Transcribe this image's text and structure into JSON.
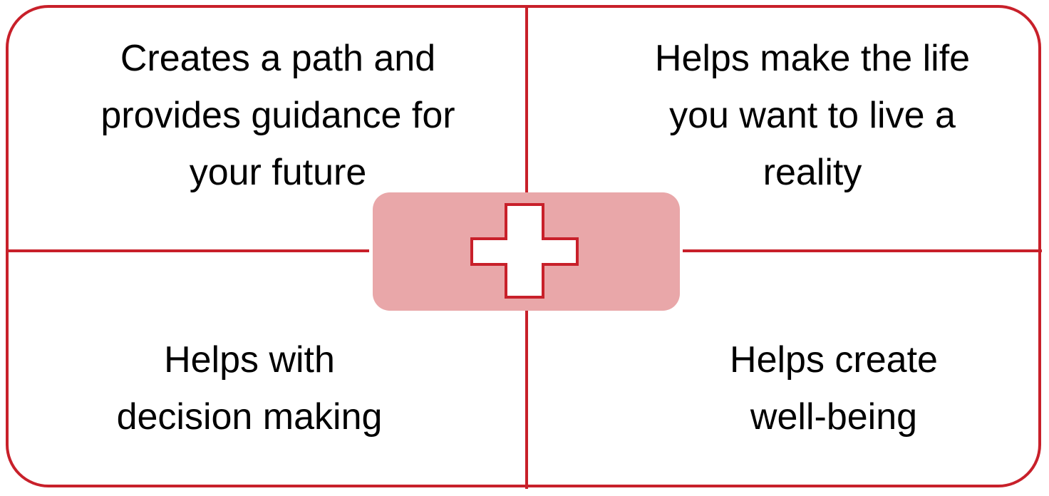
{
  "quadrants": {
    "top_left": "Creates a path and\nprovides guidance for\nyour future",
    "top_right": "Helps make the life\nyou want to live a\nreality",
    "bottom_left": "Helps with\ndecision making",
    "bottom_right": "Helps create\nwell-being"
  },
  "center": {
    "icon": "plus-cross-icon"
  },
  "colors": {
    "accent": "#c8202a",
    "badge": "#e9a7a9"
  }
}
